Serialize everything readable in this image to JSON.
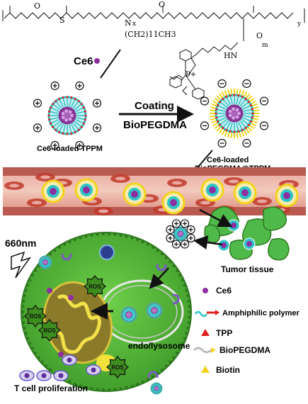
{
  "chem": {
    "label_dodecyl": "(CH2)11CH3",
    "label_n": "N",
    "label_x": "x",
    "label_y": "y",
    "label_hn": "HN",
    "label_o1": "O",
    "label_o2": "O",
    "label_o3": "O",
    "label_s": "S",
    "label_p": "P+",
    "label_m": "m"
  },
  "steps": {
    "ce6_label": "Ce6",
    "coating": "Coating",
    "biopegdma_reagent": "BioPEGDMA",
    "ce6_loaded_tppm": "Ce6-loaded TPPM",
    "ce6_loaded_bio_line1": "Ce6-loaded",
    "ce6_loaded_bio_line2": "BioPEGDMA@TPPM"
  },
  "tissue": {
    "wavelength": "660nm",
    "tumor_tissue": "Tumor tissue",
    "endo_lysosome": "endo/lysosome",
    "ros": "ROS",
    "t_cell_proliferation": "T cell proliferation"
  },
  "legend": [
    {
      "label": "Ce6",
      "icon": "purple-dot"
    },
    {
      "label": "Amphiphilic polymer",
      "icon": "cyan-red-polymer"
    },
    {
      "label": "TPP",
      "icon": "red-triangle"
    },
    {
      "label": "BioPEGDMA",
      "icon": "yellow-arrow"
    },
    {
      "label": "Biotin",
      "icon": "yellow-triangle"
    }
  ],
  "colors": {
    "vessel": "#d98a7c",
    "rbc": "#c0392b",
    "cell_green": "#5dbb3d",
    "ce6": "#8e2fa0",
    "polymer": "#2ec4c7",
    "tpp": "#e02020",
    "biopeg": "#f2d31b"
  }
}
